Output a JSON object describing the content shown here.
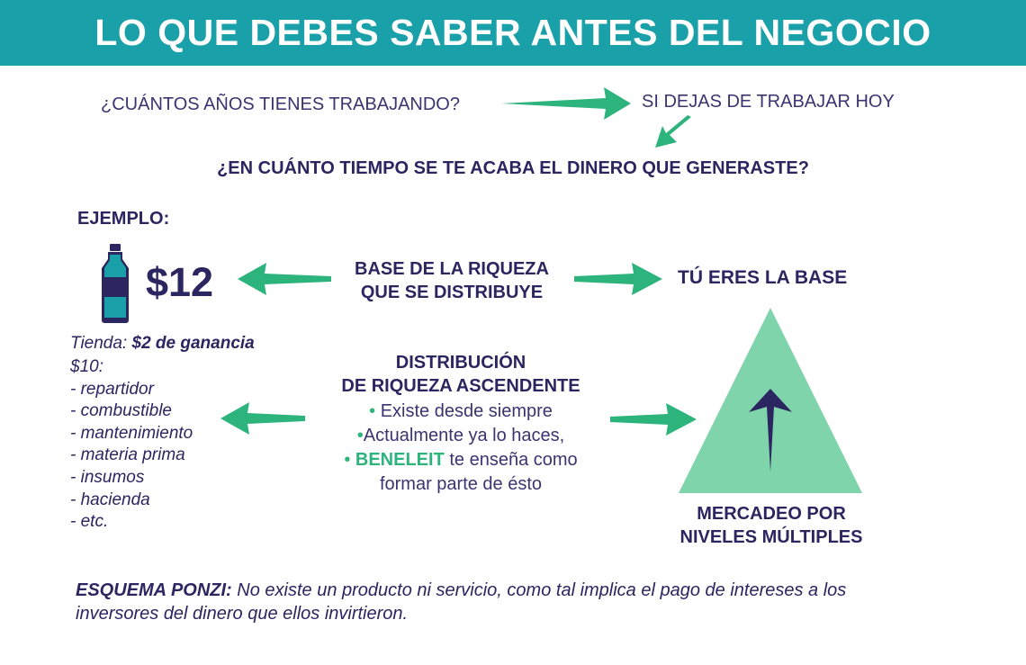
{
  "header": {
    "title": "LO QUE DEBES SABER ANTES DEL NEGOCIO"
  },
  "question_years": "¿CUÁNTOS AÑOS TIENES TRABAJANDO?",
  "if_stop": "SI DEJAS DE TRABAJAR HOY",
  "main_question": "¿EN CUÁNTO TIEMPO SE TE ACABA EL DINERO QUE GENERASTE?",
  "example_label": "EJEMPLO:",
  "price": "$12",
  "wealth_base": {
    "line1": "BASE DE LA RIQUEZA",
    "line2": "QUE SE DISTRIBUYE"
  },
  "you_base": "TÚ ERES LA BASE",
  "store": {
    "prefix": "Tienda: ",
    "profit": "$2 de ganancia"
  },
  "cost_list": {
    "total": "$10:",
    "items": [
      "- repartidor",
      "- combustible",
      "- mantenimiento",
      "- materia prima",
      "- insumos",
      "- hacienda",
      "- etc."
    ]
  },
  "distribution": {
    "line1": "DISTRIBUCIÓN",
    "line2": "DE RIQUEZA ASCENDENTE",
    "bullet_char": "•",
    "bullet1": "Existe desde siempre",
    "bullet2": "Actualmente ya lo haces,",
    "brand": "BENELEIT",
    "bullet3_rest": " te enseña como",
    "bullet3_line2": "formar parte de ésto"
  },
  "mlm": {
    "line1": "MERCADEO POR",
    "line2": "NIVELES MÚLTIPLES"
  },
  "ponzi": {
    "label": "ESQUEMA PONZI:",
    "text": " No existe un producto ni servicio, como tal  implica el pago de intereses a los",
    "text2": "inversores del dinero que ellos invirtieron."
  },
  "colors": {
    "teal": "#1aa0a8",
    "green": "#2db37c",
    "navy": "#2b2560",
    "triangle": "#7fd4ab"
  },
  "icons": [
    "bottle-icon",
    "arrow-right-icon",
    "arrow-left-icon",
    "arrow-down-left-icon",
    "arrow-up-icon",
    "triangle-shape"
  ]
}
